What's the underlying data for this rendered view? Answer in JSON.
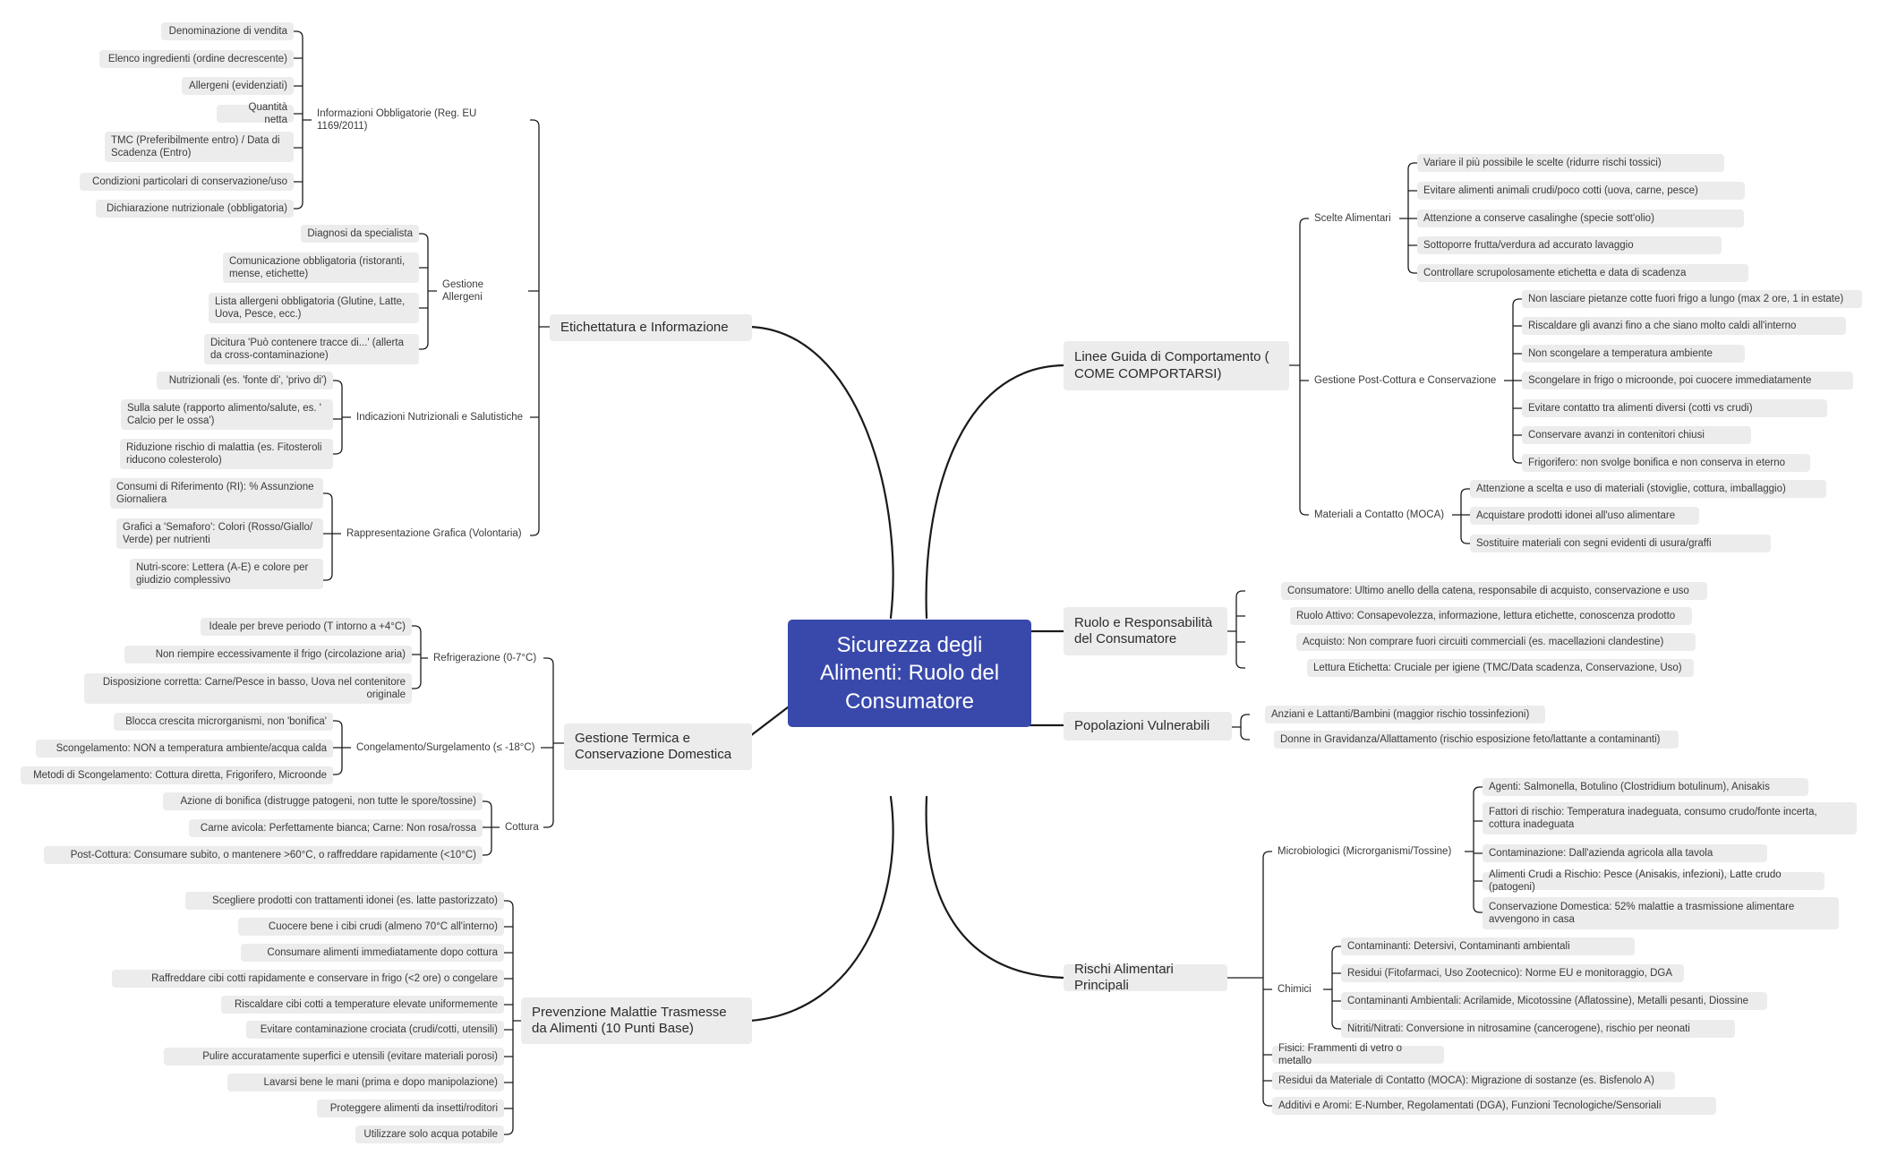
{
  "root": {
    "title": "Sicurezza degli Alimenti: Ruolo del Consumatore"
  },
  "etichettatura": {
    "title": "Etichettatura e Informazione",
    "informazioni_obbligatorie": {
      "title": "Informazioni Obbligatorie (Reg. EU 1169/2011)",
      "items": [
        "Denominazione di vendita",
        "Elenco ingredienti (ordine decrescente)",
        "Allergeni (evidenziati)",
        "Quantità netta",
        "TMC (Preferibilmente entro) / Data di Scadenza (Entro)",
        "Condizioni particolari di conservazione/uso",
        "Dichiarazione nutrizionale (obbligatoria)"
      ]
    },
    "gestione_allergeni": {
      "title": "Gestione Allergeni",
      "items": [
        "Diagnosi da specialista",
        "Comunicazione obbligatoria (ristoranti, mense, etichette)",
        "Lista allergeni obbligatoria (Glutine, Latte, Uova, Pesce, ecc.)",
        "Dicitura 'Può contenere tracce di...' (allerta da cross-contaminazione)"
      ]
    },
    "indicazioni": {
      "title": "Indicazioni Nutrizionali e Salutistiche",
      "items": [
        "Nutrizionali (es. 'fonte di', 'privo di')",
        "Sulla salute (rapporto alimento/salute, es. ' Calcio per le ossa')",
        "Riduzione rischio di malattia (es. Fitosteroli riducono colesterolo)"
      ]
    },
    "rappresentazione": {
      "title": "Rappresentazione Grafica (Volontaria)",
      "items": [
        "Consumi di Riferimento (RI): % Assunzione Giornaliera",
        "Grafici a 'Semaforo': Colori (Rosso/Giallo/ Verde) per nutrienti",
        "Nutri-score: Lettera (A-E) e colore per giudizio complessivo"
      ]
    }
  },
  "gestione_termica": {
    "title": "Gestione Termica e Conservazione Domestica",
    "refrigerazione": {
      "title": "Refrigerazione (0-7°C)",
      "items": [
        "Ideale per breve periodo (T intorno a +4°C)",
        "Non riempire eccessivamente il frigo (circolazione aria)",
        "Disposizione corretta: Carne/Pesce in basso, Uova nel contenitore originale"
      ]
    },
    "congelamento": {
      "title": "Congelamento/Surgelamento (≤ -18°C)",
      "items": [
        "Blocca crescita microrganismi, non 'bonifica'",
        "Scongelamento: NON a temperatura ambiente/acqua calda",
        "Metodi di Scongelamento: Cottura diretta, Frigorifero, Microonde"
      ]
    },
    "cottura": {
      "title": "Cottura",
      "items": [
        "Azione di bonifica (distrugge patogeni, non tutte le spore/tossine)",
        "Carne avicola: Perfettamente bianca; Carne: Non rosa/rossa",
        "Post-Cottura: Consumare subito, o mantenere >60°C, o raffreddare rapidamente (<10°C)"
      ]
    }
  },
  "prevenzione": {
    "title": "Prevenzione Malattie Trasmesse da Alimenti (10 Punti Base)",
    "items": [
      "Scegliere prodotti con trattamenti idonei (es. latte pastorizzato)",
      "Cuocere bene i cibi crudi (almeno 70°C all'interno)",
      "Consumare alimenti immediatamente dopo cottura",
      "Raffreddare cibi cotti rapidamente e conservare in frigo (<2 ore) o congelare",
      "Riscaldare cibi cotti a temperature elevate uniformemente",
      "Evitare contaminazione crociata (crudi/cotti, utensili)",
      "Pulire accuratamente superfici e utensili (evitare materiali porosi)",
      "Lavarsi bene le mani (prima e dopo manipolazione)",
      "Proteggere alimenti da insetti/roditori",
      "Utilizzare solo acqua potabile"
    ]
  },
  "linee_guida": {
    "title": "Linee Guida di Comportamento ( COME COMPORTARSI)",
    "scelte": {
      "title": "Scelte Alimentari",
      "items": [
        "Variare il più possibile le scelte (ridurre rischi tossici)",
        "Evitare alimenti animali crudi/poco cotti (uova, carne, pesce)",
        "Attenzione a conserve casalinghe (specie sott'olio)",
        "Sottoporre frutta/verdura ad accurato lavaggio",
        "Controllare scrupolosamente etichetta e data di scadenza"
      ]
    },
    "post_cottura": {
      "title": "Gestione Post-Cottura e Conservazione",
      "items": [
        "Non lasciare pietanze cotte fuori frigo a lungo (max 2 ore, 1 in estate)",
        "Riscaldare gli avanzi fino a che siano molto caldi all'interno",
        "Non scongelare a temperatura ambiente",
        "Scongelare in frigo o microonde, poi cuocere immediatamente",
        "Evitare contatto tra alimenti diversi (cotti vs crudi)",
        "Conservare avanzi in contenitori chiusi",
        "Frigorifero: non svolge bonifica e non conserva in eterno"
      ]
    },
    "moca": {
      "title": "Materiali a Contatto (MOCA)",
      "items": [
        "Attenzione a scelta e uso di materiali (stoviglie, cottura, imballaggio)",
        "Acquistare prodotti idonei all'uso alimentare",
        "Sostituire materiali con segni evidenti di usura/graffi"
      ]
    }
  },
  "ruolo": {
    "title": "Ruolo e Responsabilità del Consumatore",
    "items": [
      "Consumatore: Ultimo anello della catena, responsabile di acquisto, conservazione e uso",
      "Ruolo Attivo: Consapevolezza, informazione, lettura etichette, conoscenza prodotto",
      "Acquisto: Non comprare fuori circuiti commerciali (es. macellazioni clandestine)",
      "Lettura Etichetta: Cruciale per igiene (TMC/Data scadenza, Conservazione, Uso)"
    ]
  },
  "popolazioni": {
    "title": "Popolazioni Vulnerabili",
    "items": [
      "Anziani e Lattanti/Bambini (maggior rischio tossinfezioni)",
      "Donne in Gravidanza/Allattamento (rischio esposizione feto/lattante a contaminanti)"
    ]
  },
  "rischi": {
    "title": "Rischi Alimentari Principali",
    "microbiologici": {
      "title": "Microbiologici (Microrganismi/Tossine)",
      "items": [
        "Agenti: Salmonella, Botulino (Clostridium botulinum), Anisakis",
        "Fattori di rischio: Temperatura inadeguata, consumo crudo/fonte incerta, cottura inadeguata",
        "Contaminazione: Dall'azienda agricola alla tavola",
        "Alimenti Crudi a Rischio: Pesce (Anisakis, infezioni), Latte crudo (patogeni)",
        "Conservazione Domestica: 52% malattie a trasmissione alimentare avvengono in casa"
      ]
    },
    "chimici": {
      "title": "Chimici",
      "items": [
        "Contaminanti: Detersivi, Contaminanti ambientali",
        "Residui (Fitofarmaci, Uso Zootecnico): Norme EU e monitoraggio, DGA",
        "Contaminanti Ambientali: Acrilamide, Micotossine (Aflatossine), Metalli pesanti, Diossine",
        "Nitriti/Nitrati: Conversione in nitrosamine (cancerogene), rischio per neonati"
      ]
    },
    "fisici": "Fisici: Frammenti di vetro o metallo",
    "residui_moca": "Residui da Materiale di Contatto (MOCA): Migrazione di sostanze (es. Bisfenolo A)",
    "additivi": "Additivi e Aromi: E-Number, Regolamentati (DGA), Funzioni Tecnologiche/Sensoriali"
  },
  "colors": {
    "root_fill": "#3949ab",
    "node_fill": "#ececec",
    "line": "#1a1a1a"
  }
}
